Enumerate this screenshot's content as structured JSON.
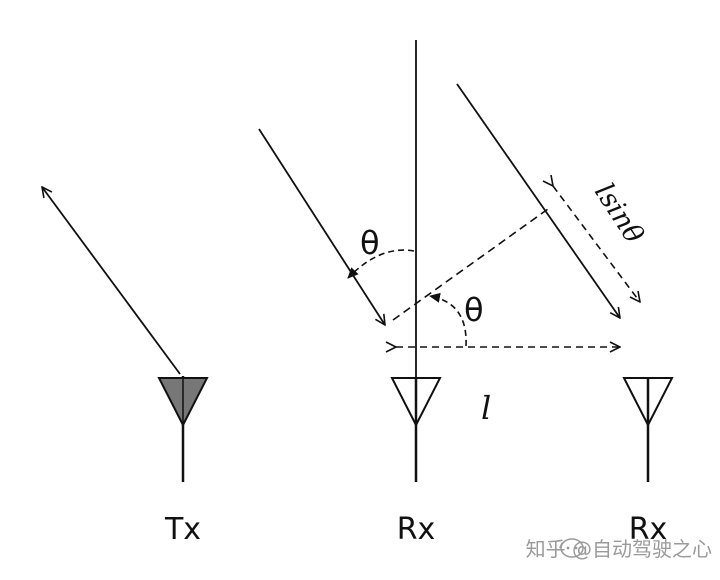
{
  "labels": {
    "tx": "Tx",
    "rx1": "Rx",
    "rx2": "Rx",
    "theta_left": "θ",
    "theta_right": "θ",
    "spacing": "l",
    "path_diff": "lsinθ"
  },
  "watermark": {
    "text": "知乎 @自动驾驶之心",
    "icon": "bubble-icon"
  },
  "colors": {
    "line": "#111111",
    "tx_fill": "#777777",
    "watermark": "#9a9a9a"
  }
}
